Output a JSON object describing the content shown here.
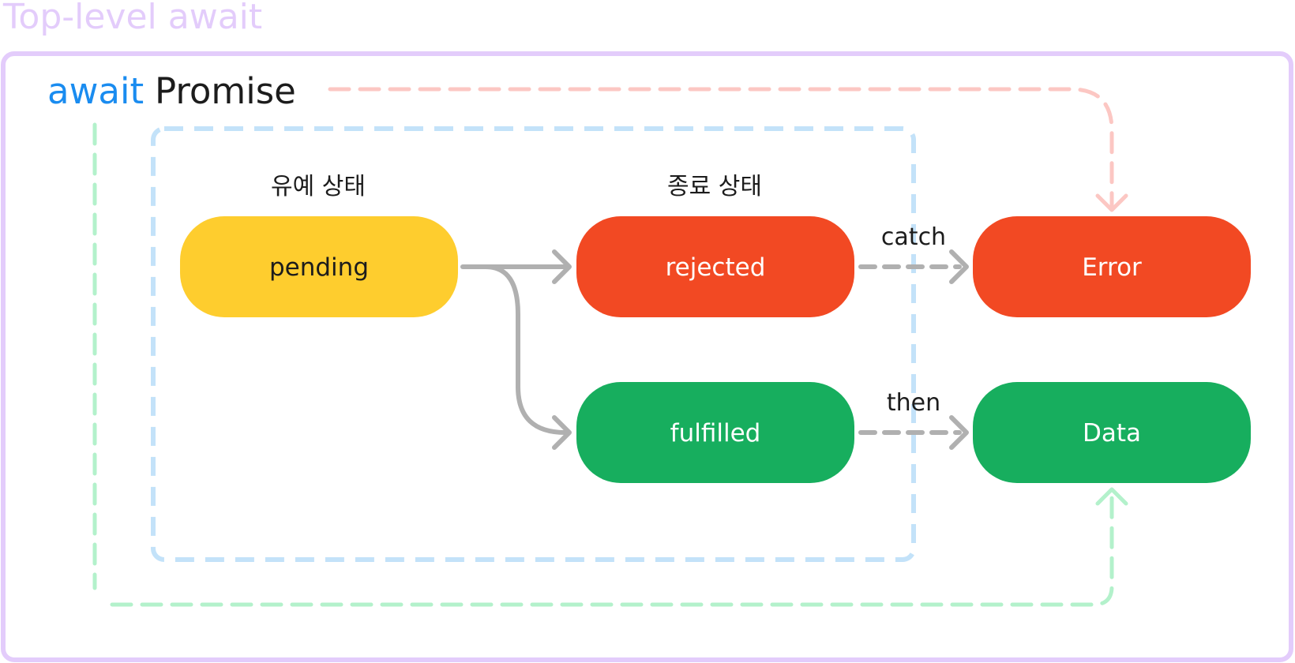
{
  "title": "Top-level await",
  "heading": {
    "keyword": "await",
    "subject": "Promise"
  },
  "state_labels": {
    "pending_state": "유예 상태",
    "settled_state": "종료 상태"
  },
  "nodes": {
    "pending": "pending",
    "rejected": "rejected",
    "fulfilled": "fulfilled",
    "error": "Error",
    "data": "Data"
  },
  "edges": {
    "catch": "catch",
    "then": "then"
  },
  "colors": {
    "outer_frame": "#e3ccfb",
    "title": "#e3ccfb",
    "keyword": "#1a8cf0",
    "subject": "#1c1c1c",
    "promise_box": "#c3e2f9",
    "pending": "#fecd2e",
    "rejected": "#f24923",
    "fulfilled": "#17ae5e",
    "arrow": "#b0b0b0",
    "catch_path": "#fcc7c3",
    "then_path": "#b3f1cb"
  }
}
